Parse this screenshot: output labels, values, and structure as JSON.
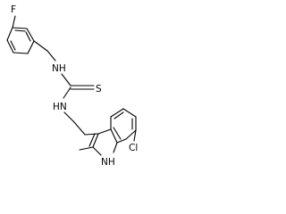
{
  "atoms": {
    "fluorine": "F",
    "amine_upper": "NH",
    "thio_sulfur": "S",
    "amine_lower": "HN",
    "chlorine": "Cl",
    "indole_nh": "NH"
  }
}
